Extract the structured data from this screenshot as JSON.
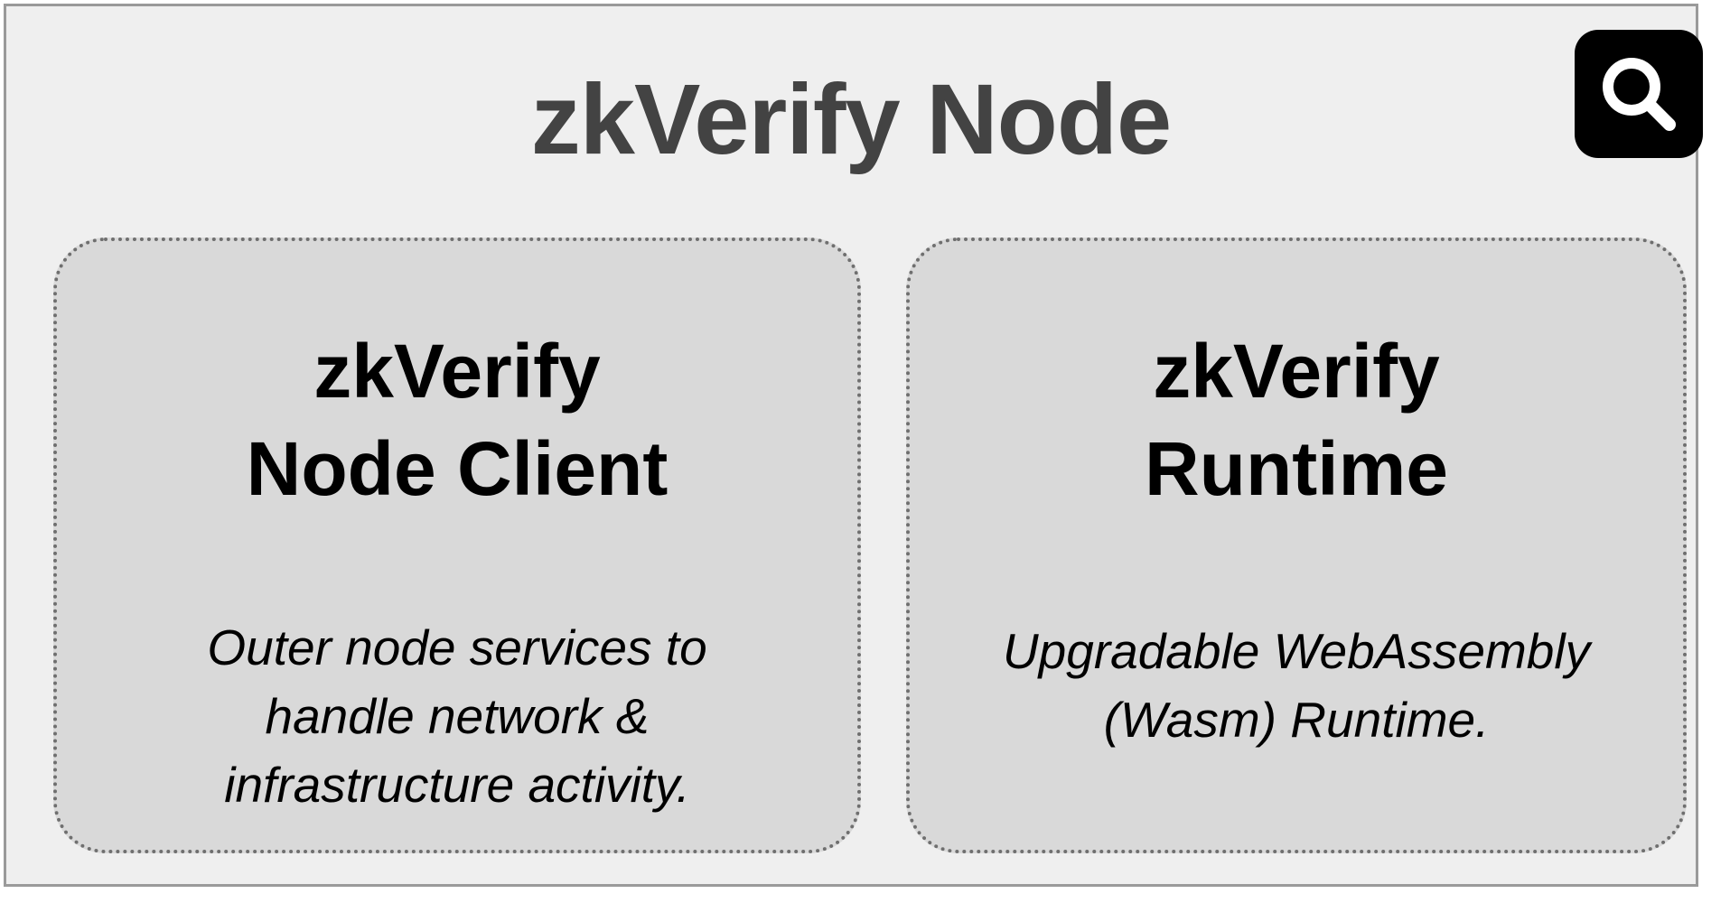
{
  "title": "zkVerify Node",
  "search_icon": "search-icon",
  "cards": [
    {
      "title_lines": [
        "zkVerify",
        "Node Client"
      ],
      "desc_lines": [
        "Outer node services to",
        "handle network &",
        "infrastructure activity."
      ]
    },
    {
      "title_lines": [
        "zkVerify",
        "Runtime"
      ],
      "desc_lines": [
        "Upgradable WebAssembly",
        "(Wasm) Runtime."
      ]
    }
  ],
  "colors": {
    "frame_background": "#efefef",
    "frame_border": "#9a9a9a",
    "card_background": "#d9d9d9",
    "card_border": "#6f6f6f",
    "title_text": "#434343",
    "body_text": "#000000",
    "icon_button": "#000000"
  }
}
